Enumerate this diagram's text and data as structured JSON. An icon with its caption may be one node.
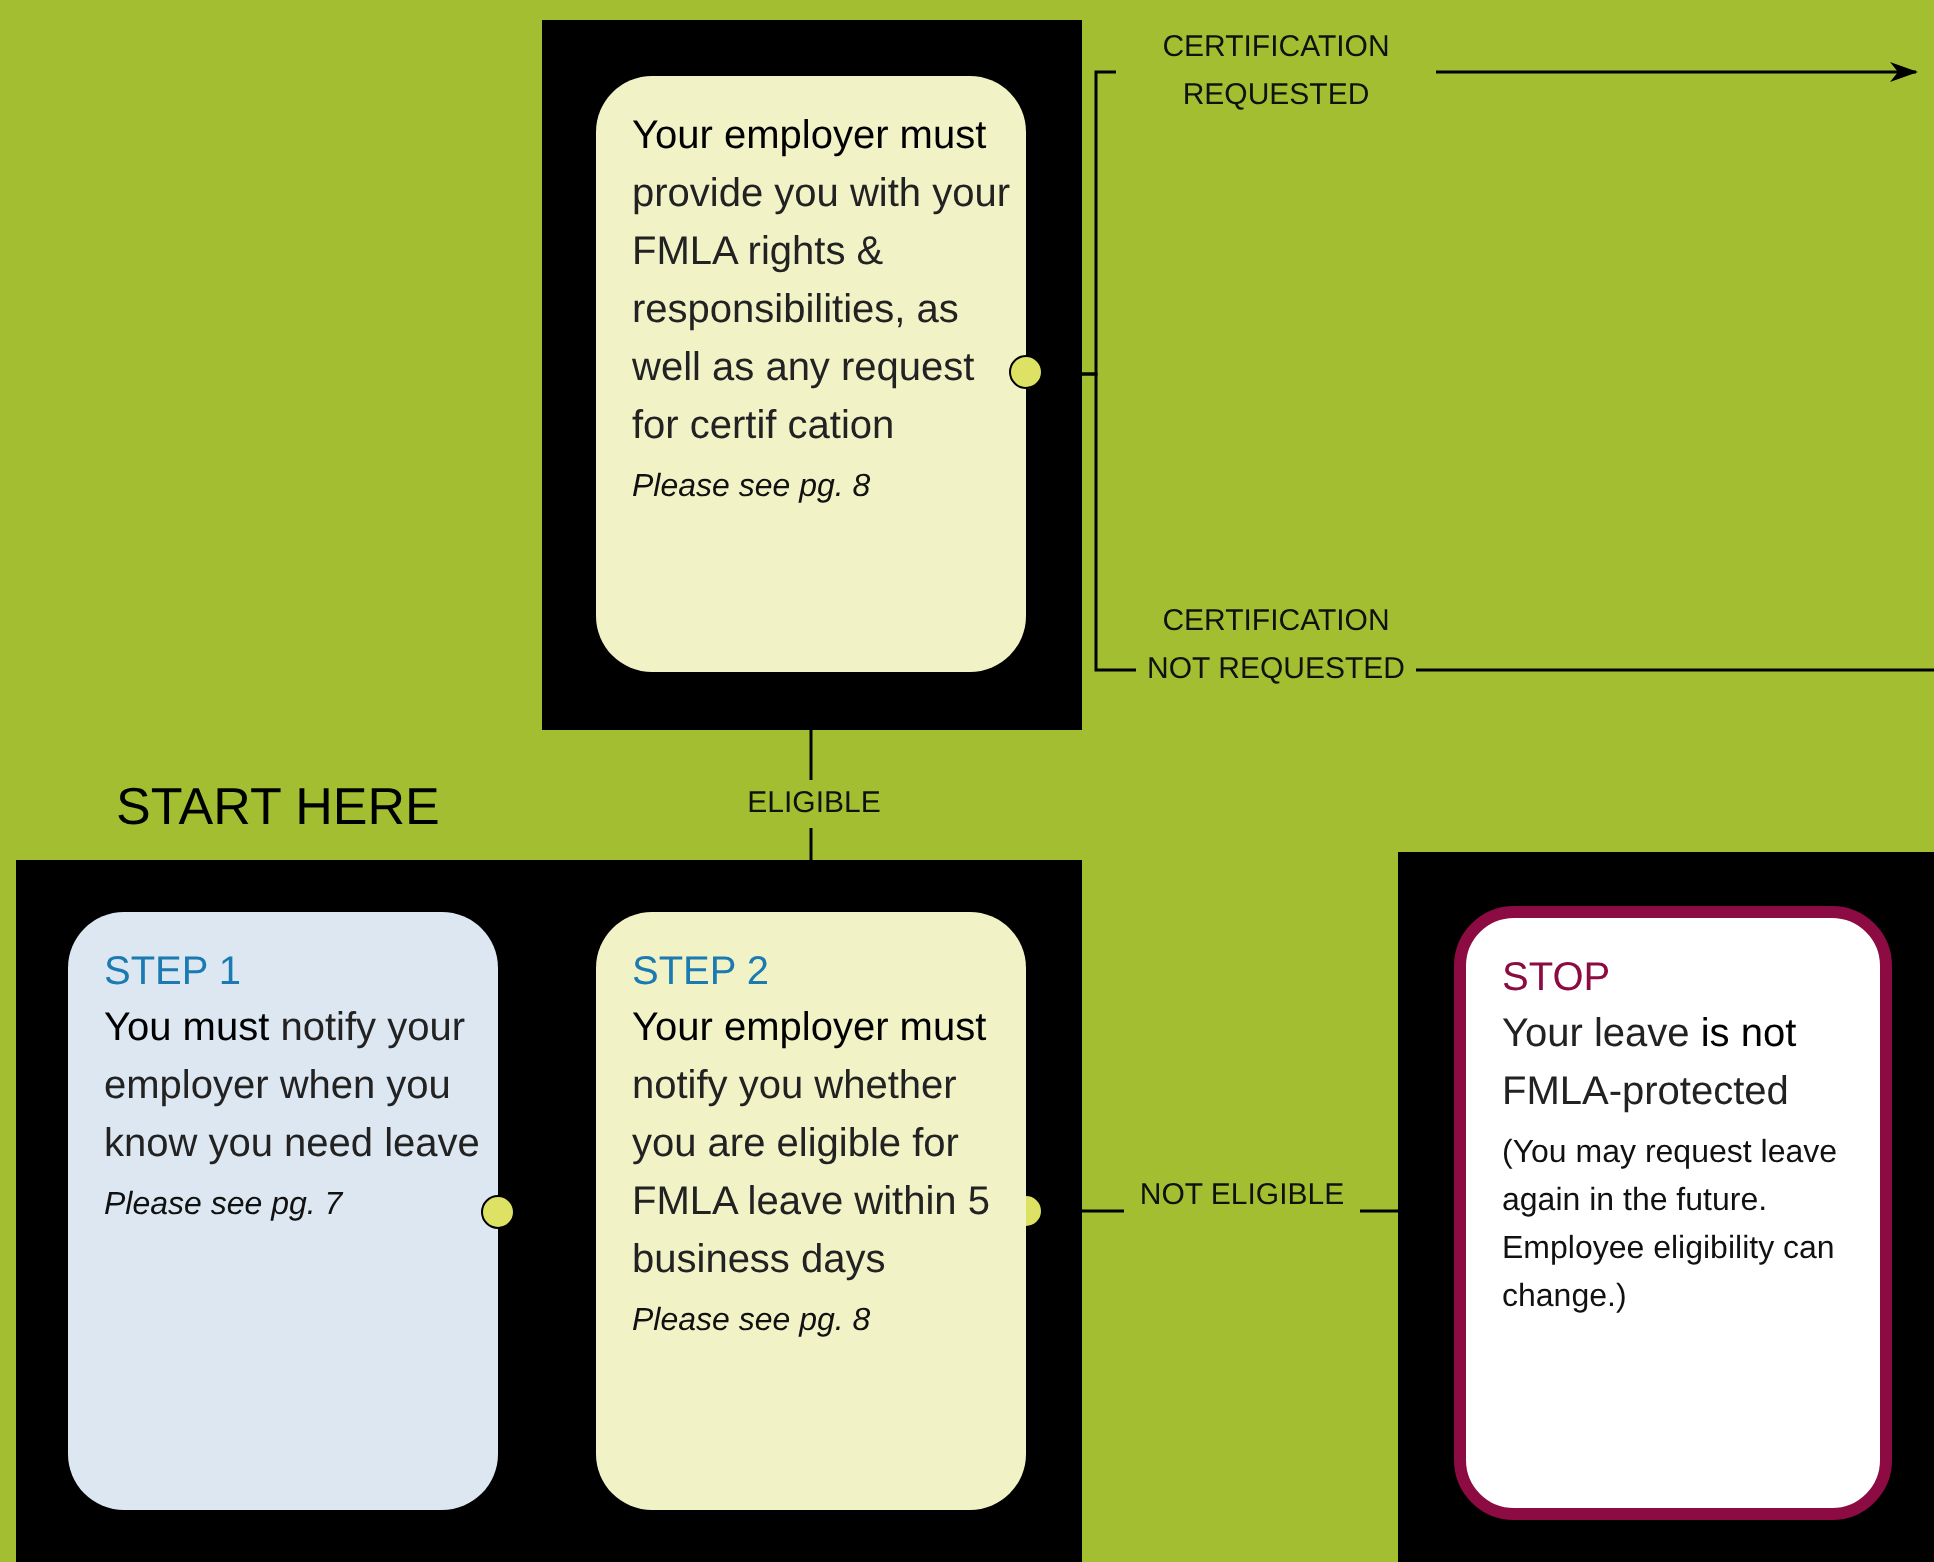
{
  "diagram": {
    "nodes": [
      {
        "text": [
          "**Your employer must** provide you with your FMLA rights & responsibilities, as well as any request for certif cation",
          "Please see pg. 8"
        ]
      },
      {
        "text": [
          "STEP 1",
          "**You must** notify your employer when you know you need leave",
          "Please see pg. 7"
        ]
      },
      {
        "text": [
          "STEP 2",
          "**Your employer must** notify you whether you are eligible for FMLA leave within 5 business days",
          "Please see pg. 8"
        ]
      },
      {
        "text": [
          "STOP",
          "Your leave **is not** FMLA-protected",
          "(You may request leave again in the future. Employee eligibility can change.)"
        ]
      }
    ],
    "edges": [
      {
        "from": 0,
        "to": null,
        "arrow": "to",
        "label": "CERTIFICATION REQUESTED"
      },
      {
        "from": 0,
        "to": null,
        "arrow": "other",
        "label": "CERTIFICATION NOT REQUESTED"
      },
      {
        "from": 2,
        "to": 0,
        "arrow": "none",
        "label": "ELIGIBLE"
      },
      {
        "from": 2,
        "to": 3,
        "arrow": "other",
        "label": "NOT ELIGIBLE"
      }
    ],
    "labels": [
      "START HERE"
    ]
  }
}
